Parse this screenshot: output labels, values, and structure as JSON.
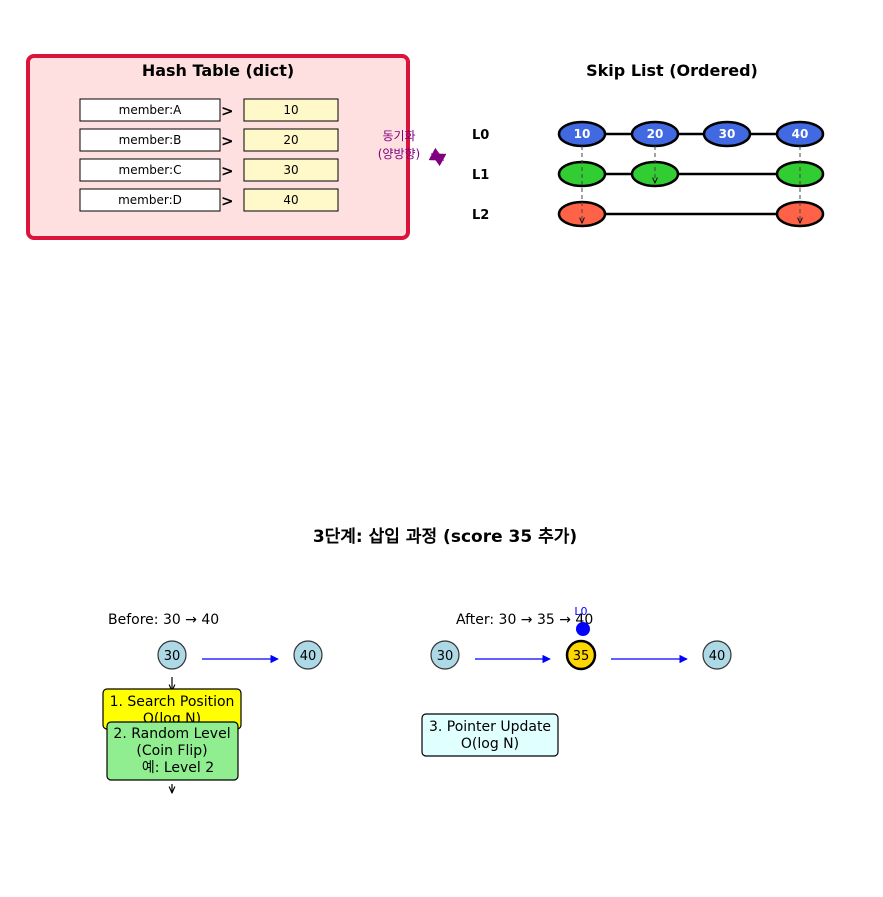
{
  "hash_table": {
    "title": "Hash Table (dict)",
    "entries": [
      {
        "key": "member:A",
        "value": "10"
      },
      {
        "key": "member:B",
        "value": "20"
      },
      {
        "key": "member:C",
        "value": "30"
      },
      {
        "key": "member:D",
        "value": "40"
      }
    ],
    "arrow_glyph": ">",
    "colors": {
      "border": "#dc143c",
      "fill": "#ffe0e0",
      "value_fill": "#fff8c8"
    }
  },
  "sync_label": {
    "line1": "동기화",
    "line2": "(양방향)",
    "color": "#800080"
  },
  "skip_list": {
    "title": "Skip List (Ordered)",
    "levels": [
      {
        "label": "L0",
        "color": "#4169e1",
        "nodes": [
          "10",
          "20",
          "30",
          "40"
        ]
      },
      {
        "label": "L1",
        "color": "#32cd32",
        "nodes": [
          "",
          "",
          ""
        ]
      },
      {
        "label": "L2",
        "color": "#ff6347",
        "nodes": [
          "",
          ""
        ]
      }
    ]
  },
  "insert": {
    "title": "3단계: 삽입 과정 (score 35 추가)",
    "before": {
      "label": "Before: 30 → 40",
      "nodes": [
        "30",
        "40"
      ]
    },
    "after": {
      "label": "After: 30 → 35 → 40",
      "nodes": [
        "30",
        "35",
        "40"
      ],
      "level_tag": "L0"
    },
    "steps": [
      {
        "line1": "1. Search Position",
        "line2": "O(log N)",
        "color": "#ffff00"
      },
      {
        "line1": "2. Random Level",
        "line2": "(Coin Flip)",
        "line3": "예: Level 2",
        "color": "#90ee90"
      },
      {
        "line1": "3. Pointer Update",
        "line2": "O(log N)",
        "color": "#e0ffff"
      }
    ],
    "colors": {
      "node": "#add8e6",
      "new_node": "#ffd700",
      "arrow": "#0000ff"
    }
  }
}
